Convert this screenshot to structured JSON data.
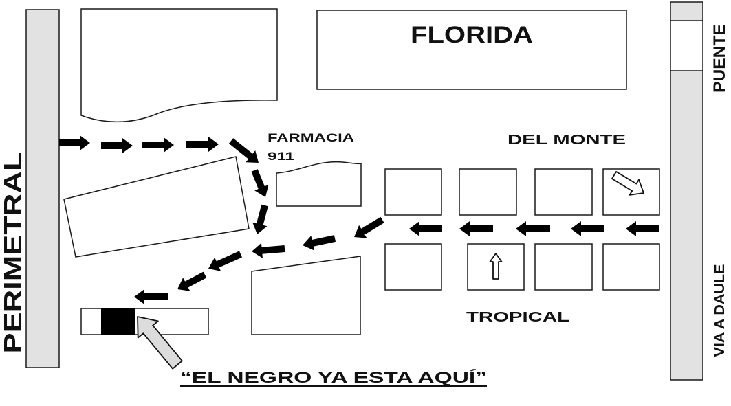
{
  "roads": {
    "left": "PERIMETRAL",
    "right_top": "PUENTE",
    "right_bottom": "VIA A DAULE"
  },
  "places": {
    "florida": "FLORIDA",
    "farmacia": "FARMACIA",
    "farmacia_number": "911",
    "del_monte": "DEL MONTE",
    "tropical": "TROPICAL"
  },
  "caption": "“EL NEGRO YA ESTA AQUÍ”",
  "colors": {
    "road": "#e2e2e2",
    "ink": "#111111",
    "pointer_arrow": "#dcdcdc",
    "destination_marker": "#000000"
  },
  "icons": {
    "route": "route-arrow-icon",
    "direction_hint": "outline-arrow-icon",
    "destination_pointer": "pointer-arrow-icon"
  }
}
